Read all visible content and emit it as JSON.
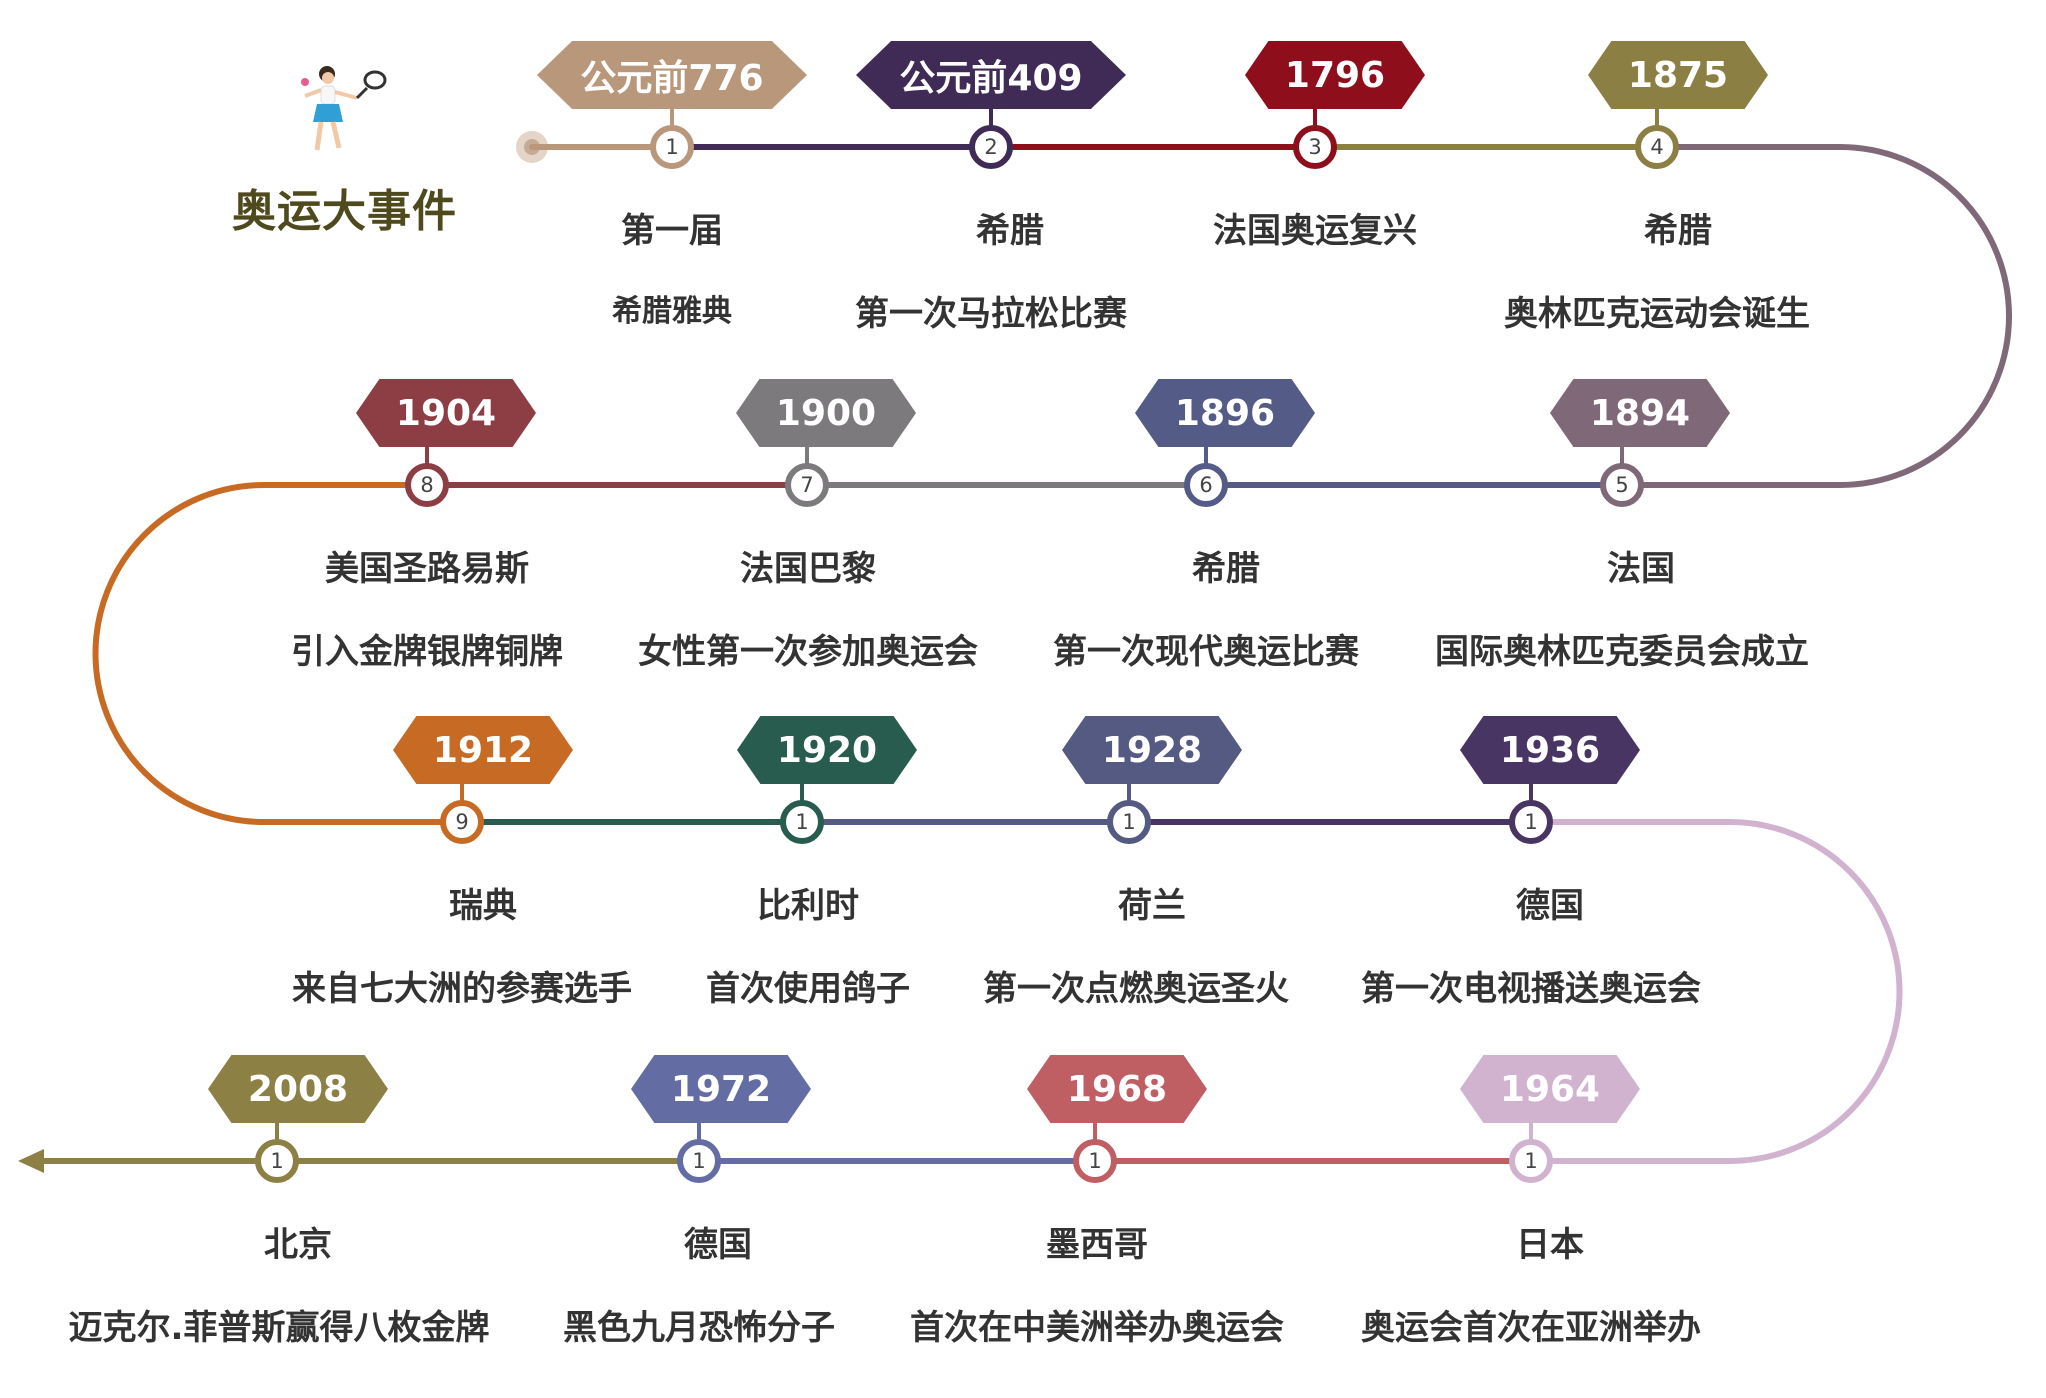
{
  "title": "奥运大事件",
  "events": [
    {
      "year": "公元前776",
      "index": "1",
      "location": "第一届",
      "description": "希腊雅典",
      "color": "#b9977b"
    },
    {
      "year": "公元前409",
      "index": "2",
      "location": "希腊",
      "description": "第一次马拉松比赛",
      "color": "#3f2b55"
    },
    {
      "year": "1796",
      "index": "3",
      "location": "法国奥运复兴",
      "description": "",
      "color": "#8e0f1b"
    },
    {
      "year": "1875",
      "index": "4",
      "location": "希腊",
      "description": "奥林匹克运动会诞生",
      "color": "#8c7f43"
    },
    {
      "year": "1894",
      "index": "5",
      "location": "法国",
      "description": "国际奥林匹克委员会成立",
      "color": "#7f6878"
    },
    {
      "year": "1896",
      "index": "6",
      "location": "希腊",
      "description": "第一次现代奥运比赛",
      "color": "#545b86"
    },
    {
      "year": "1900",
      "index": "7",
      "location": "法国巴黎",
      "description": "女性第一次参加奥运会",
      "color": "#7c7a7c"
    },
    {
      "year": "1904",
      "index": "8",
      "location": "美国圣路易斯",
      "description": "引入金牌银牌铜牌",
      "color": "#8d3e44"
    },
    {
      "year": "1912",
      "index": "9",
      "location": "瑞典",
      "description": "来自七大洲的参赛选手",
      "color": "#c76b24"
    },
    {
      "year": "1920",
      "index": "1",
      "location": "比利时",
      "description": "首次使用鸽子",
      "color": "#285c4f"
    },
    {
      "year": "1928",
      "index": "1",
      "location": "荷兰",
      "description": "第一次点燃奥运圣火",
      "color": "#545a82"
    },
    {
      "year": "1936",
      "index": "1",
      "location": "德国",
      "description": "第一次电视播送奥运会",
      "color": "#483563"
    },
    {
      "year": "1964",
      "index": "1",
      "location": "日本",
      "description": "奥运会首次在亚洲举办",
      "color": "#d1b3cf"
    },
    {
      "year": "1968",
      "index": "1",
      "location": "墨西哥",
      "description": "首次在中美洲举办奥运会",
      "color": "#bf5f64"
    },
    {
      "year": "1972",
      "index": "1",
      "location": "德国",
      "description": "黑色九月恐怖分子",
      "color": "#646da3"
    },
    {
      "year": "2008",
      "index": "1",
      "location": "北京",
      "description": "迈克尔.菲普斯赢得八枚金牌",
      "color": "#8c8044"
    }
  ]
}
